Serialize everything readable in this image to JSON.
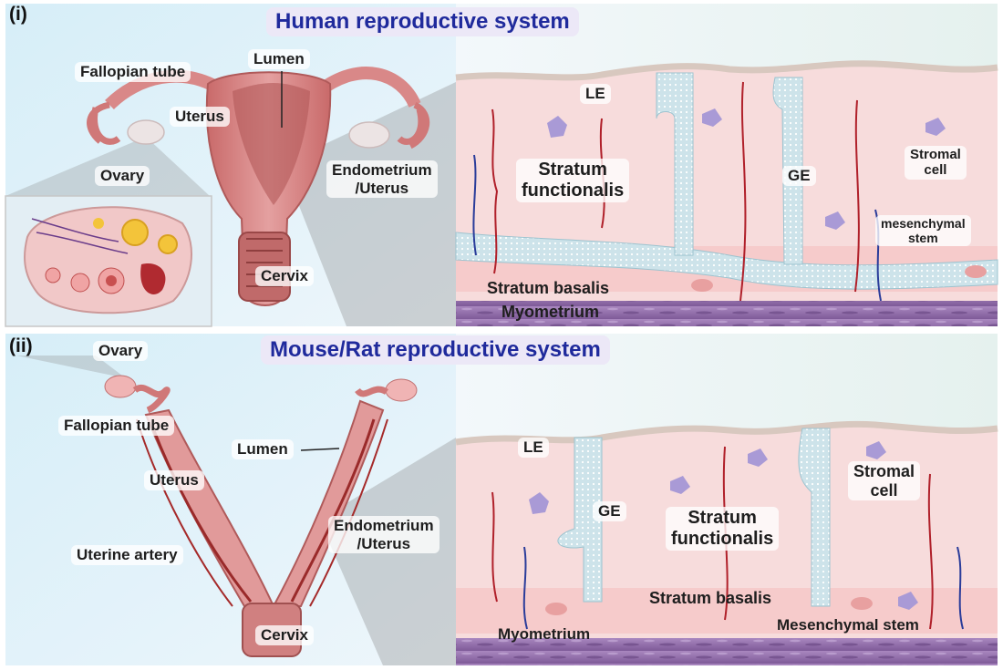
{
  "panel_i": {
    "tag": "(i)",
    "title": "Human reproductive system",
    "labels": {
      "fallopian_tube": "Fallopian tube",
      "lumen": "Lumen",
      "uterus": "Uterus",
      "ovary": "Ovary",
      "endometrium_l1": "Endometrium",
      "endometrium_l2": "/Uterus",
      "cervix": "Cervix",
      "le": "LE",
      "ge": "GE",
      "stratum_functionalis_l1": "Stratum",
      "stratum_functionalis_l2": "functionalis",
      "stromal_l1": "Stromal",
      "stromal_l2": "cell",
      "mesenchymal_l1": "mesenchymal",
      "mesenchymal_l2": "stem",
      "stratum_basalis": "Stratum basalis",
      "myometrium": "Myometrium"
    }
  },
  "panel_ii": {
    "tag": "(ii)",
    "title": "Mouse/Rat reproductive system",
    "labels": {
      "ovary": "Ovary",
      "fallopian_tube": "Fallopian tube",
      "uterus": "Uterus",
      "lumen": "Lumen",
      "endometrium_l1": "Endometrium",
      "endometrium_l2": "/Uterus",
      "uterine_artery": "Uterine artery",
      "cervix": "Cervix",
      "le": "LE",
      "ge": "GE",
      "stratum_functionalis_l1": "Stratum",
      "stratum_functionalis_l2": "functionalis",
      "stromal_l1": "Stromal",
      "stromal_l2": "cell",
      "stratum_basalis": "Stratum basalis",
      "myometrium": "Myometrium",
      "mesenchymal": "Mesenchymal stem"
    }
  },
  "colors": {
    "title_text": "#1f2a9c",
    "tissue_pink": "#f7dcdc",
    "uterus_fill": "#d98484",
    "myometrium": "#8e6aa6",
    "gland": "#cfe4ea",
    "vessel_red": "#b0202a",
    "vessel_blue": "#2a3c9a"
  }
}
